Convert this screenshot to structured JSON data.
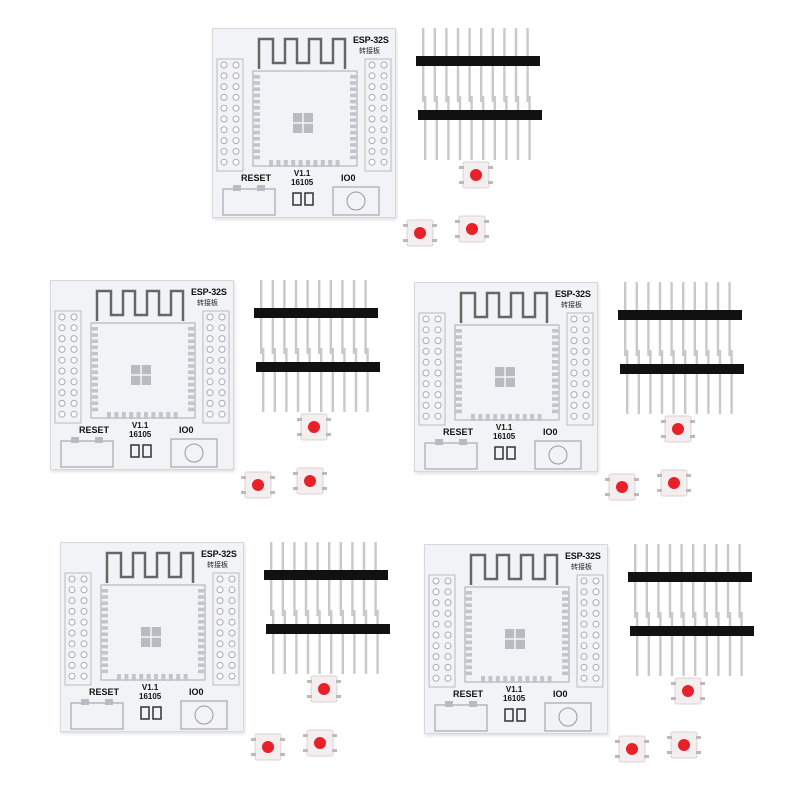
{
  "kits": [
    {
      "id": "kit-1",
      "board": {
        "model": "ESP-32S",
        "subtitle": "转接板",
        "reset_label": "RESET",
        "version": "V1.1",
        "date_code": "16105",
        "io_label": "IO0"
      }
    },
    {
      "id": "kit-2",
      "board": {
        "model": "ESP-32S",
        "subtitle": "转接板",
        "reset_label": "RESET",
        "version": "V1.1",
        "date_code": "16105",
        "io_label": "IO0"
      }
    },
    {
      "id": "kit-3",
      "board": {
        "model": "ESP-32S",
        "subtitle": "转接板",
        "reset_label": "RESET",
        "version": "V1.1",
        "date_code": "16105",
        "io_label": "IO0"
      }
    },
    {
      "id": "kit-4",
      "board": {
        "model": "ESP-32S",
        "subtitle": "转接板",
        "reset_label": "RESET",
        "version": "V1.1",
        "date_code": "16105",
        "io_label": "IO0"
      }
    },
    {
      "id": "kit-5",
      "board": {
        "model": "ESP-32S",
        "subtitle": "转接板",
        "reset_label": "RESET",
        "version": "V1.1",
        "date_code": "16105",
        "io_label": "IO0"
      }
    }
  ],
  "colors": {
    "board": "#f2f3f6",
    "pin_header": "#111111",
    "pin_metal": "#c9c9c9",
    "button_cap": "#e8202a",
    "button_body": "#f4efee"
  }
}
